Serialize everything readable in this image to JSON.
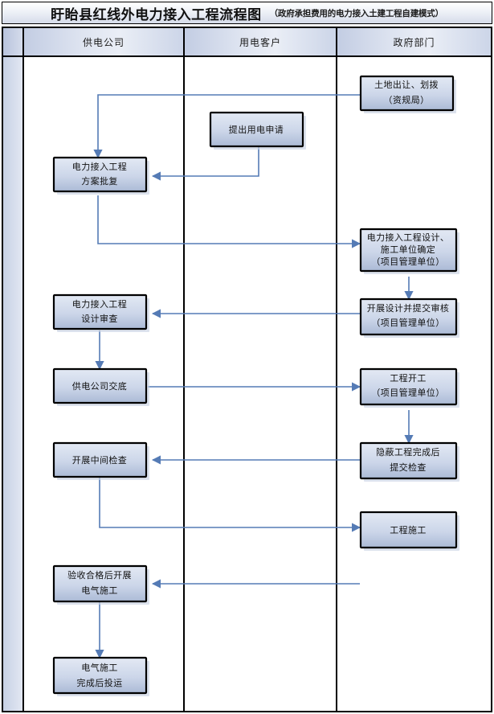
{
  "header": {
    "title_main": "盱眙县红线外电力接入工程流程图",
    "title_sub": "（政府承担费用的电力接入土建工程自建模式）"
  },
  "lanes": [
    {
      "id": "stub",
      "label": ""
    },
    {
      "id": "supplier",
      "label": "供电公司"
    },
    {
      "id": "customer",
      "label": "用电客户"
    },
    {
      "id": "government",
      "label": "政府部门"
    }
  ],
  "colors": {
    "node_fill_top": "#dfe6f2",
    "node_fill_bottom": "#aebdd8",
    "node_stroke": "#000000",
    "connector": "#557bb5",
    "lane_header": "#cfd8ea",
    "page_background": "#ffffff"
  },
  "chart_data": {
    "type": "diagram",
    "title": "盱眙县红线外电力接入工程流程图",
    "lanes": [
      "供电公司",
      "用电客户",
      "政府部门"
    ],
    "nodes": [
      {
        "id": "n1",
        "lane": "government",
        "lines": [
          "土地出让、划拨",
          "（资规局）"
        ]
      },
      {
        "id": "n2",
        "lane": "customer",
        "lines": [
          "提出用电申请"
        ]
      },
      {
        "id": "n3",
        "lane": "supplier",
        "lines": [
          "电力接入工程",
          "方案批复"
        ]
      },
      {
        "id": "n4",
        "lane": "government",
        "lines": [
          "电力接入工程设计、",
          "施工单位确定",
          "（项目管理单位）"
        ]
      },
      {
        "id": "n5",
        "lane": "government",
        "lines": [
          "开展设计并提交审核",
          "（项目管理单位）"
        ]
      },
      {
        "id": "n6",
        "lane": "supplier",
        "lines": [
          "电力接入工程",
          "设计审查"
        ]
      },
      {
        "id": "n7",
        "lane": "supplier",
        "lines": [
          "供电公司交底"
        ]
      },
      {
        "id": "n8",
        "lane": "government",
        "lines": [
          "工程开工",
          "（项目管理单位）"
        ]
      },
      {
        "id": "n9",
        "lane": "government",
        "lines": [
          "隐蔽工程完成后",
          "提交检查"
        ]
      },
      {
        "id": "n10",
        "lane": "supplier",
        "lines": [
          "开展中间检查"
        ]
      },
      {
        "id": "n11",
        "lane": "government",
        "lines": [
          "工程施工"
        ]
      },
      {
        "id": "n12",
        "lane": "supplier",
        "lines": [
          "验收合格后开展",
          "电气施工"
        ]
      },
      {
        "id": "n13",
        "lane": "supplier",
        "lines": [
          "电气施工",
          "完成后投运"
        ]
      }
    ],
    "edges": [
      {
        "from": "n1",
        "to": "n3"
      },
      {
        "from": "n2",
        "to": "n3"
      },
      {
        "from": "n3",
        "to": "n4"
      },
      {
        "from": "n4",
        "to": "n5"
      },
      {
        "from": "n5",
        "to": "n6"
      },
      {
        "from": "n6",
        "to": "n7"
      },
      {
        "from": "n7",
        "to": "n8"
      },
      {
        "from": "n8",
        "to": "n9"
      },
      {
        "from": "n9",
        "to": "n10"
      },
      {
        "from": "n10",
        "to": "n11"
      },
      {
        "from": "n11",
        "to": "n12"
      },
      {
        "from": "n12",
        "to": "n13"
      }
    ]
  }
}
